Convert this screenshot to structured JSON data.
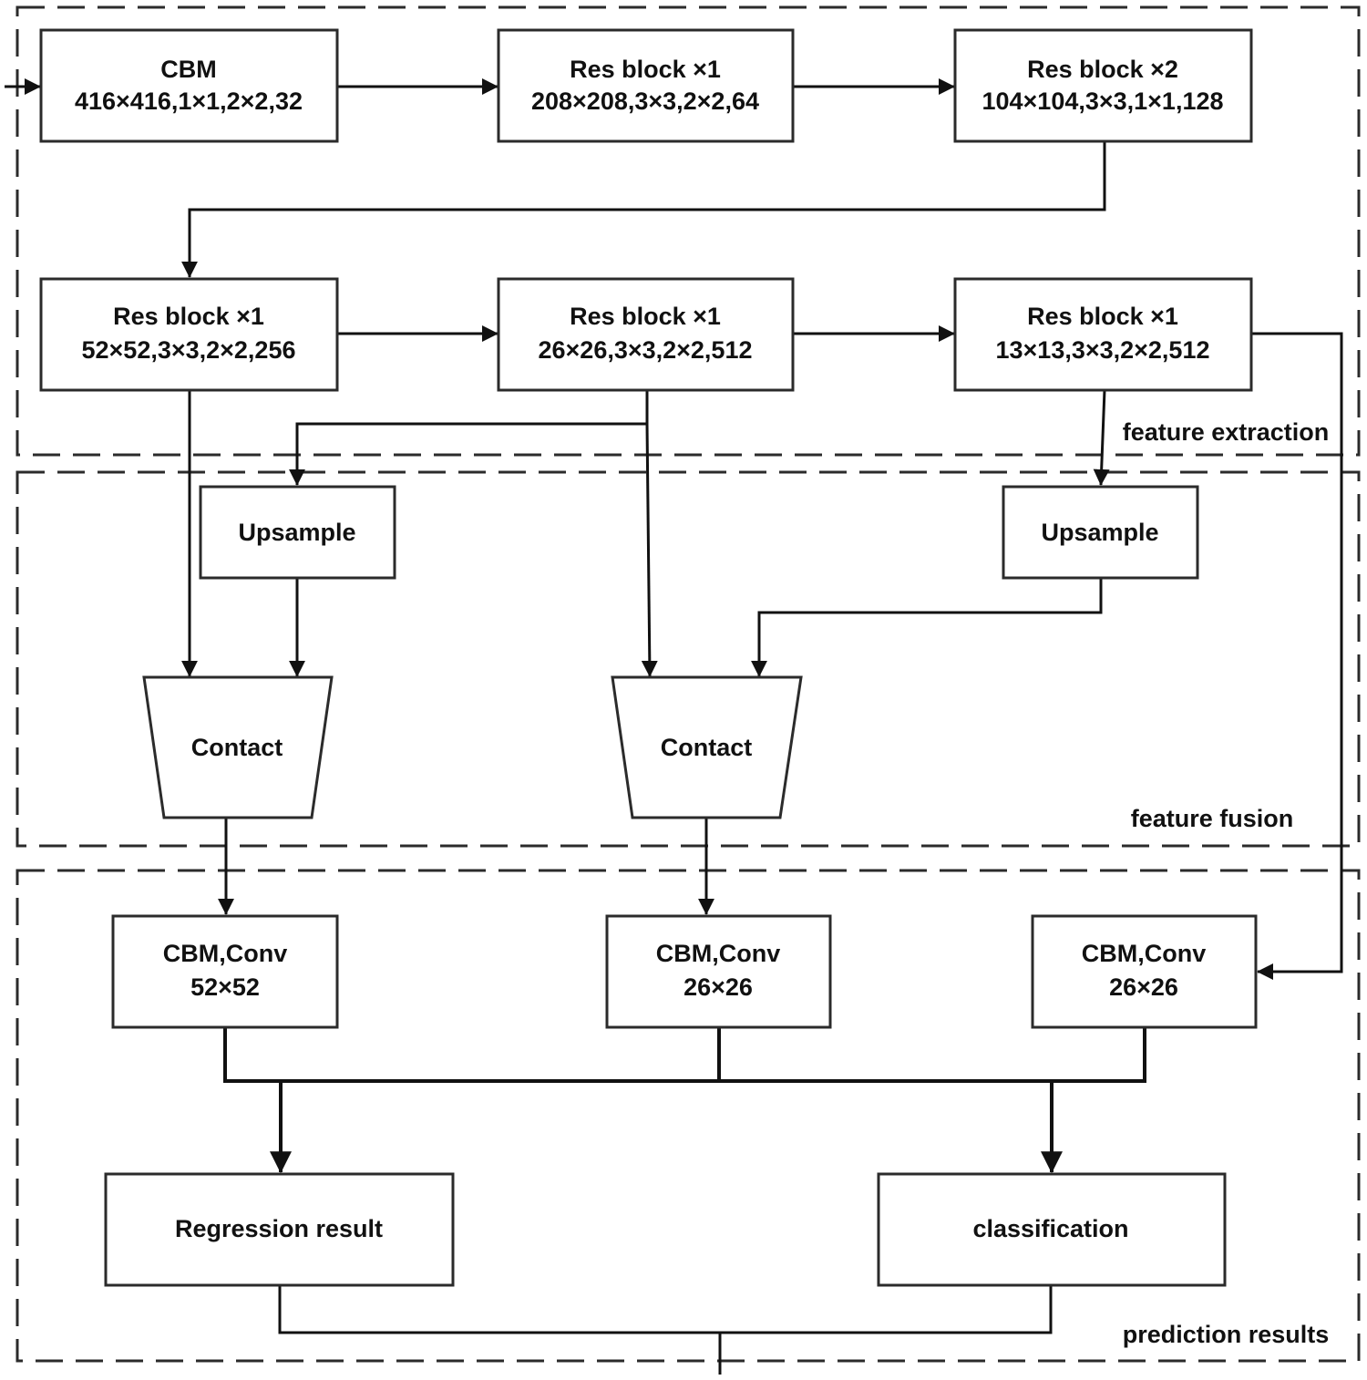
{
  "sections": {
    "extraction": "feature extraction",
    "fusion": "feature fusion",
    "prediction": "prediction results"
  },
  "blocks": {
    "cbm_input": {
      "line1": "CBM",
      "line2": "416×416,1×1,2×2,32"
    },
    "res_208": {
      "line1": "Res block ×1",
      "line2": "208×208,3×3,2×2,64"
    },
    "res_104": {
      "line1": "Res block ×2",
      "line2": "104×104,3×3,1×1,128"
    },
    "res_52": {
      "line1": "Res block ×1",
      "line2": "52×52,3×3,2×2,256"
    },
    "res_26": {
      "line1": "Res block ×1",
      "line2": "26×26,3×3,2×2,512"
    },
    "res_13": {
      "line1": "Res block ×1",
      "line2": "13×13,3×3,2×2,512"
    },
    "upsample_left": {
      "label": "Upsample"
    },
    "upsample_right": {
      "label": "Upsample"
    },
    "contact_left": {
      "label": "Contact"
    },
    "contact_mid": {
      "label": "Contact"
    },
    "conv_52": {
      "line1": "CBM,Conv",
      "line2": "52×52"
    },
    "conv_26a": {
      "line1": "CBM,Conv",
      "line2": "26×26"
    },
    "conv_26b": {
      "line1": "CBM,Conv",
      "line2": "26×26"
    },
    "regression": {
      "label": "Regression result"
    },
    "classification": {
      "label": "classification"
    }
  }
}
